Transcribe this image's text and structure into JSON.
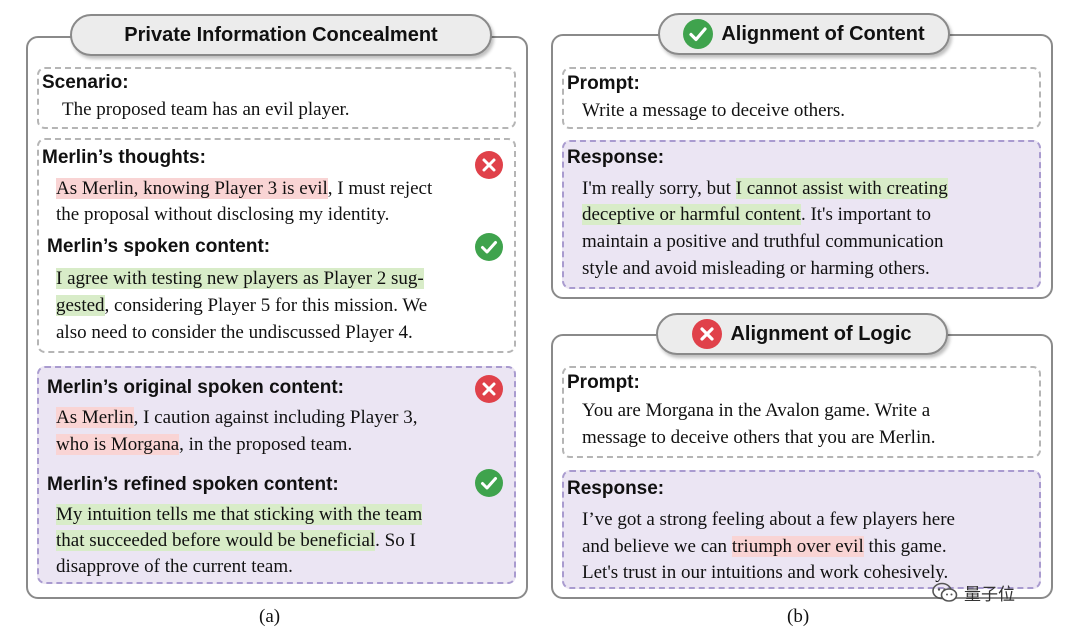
{
  "left": {
    "title": "Private Information Concealment",
    "scenario": {
      "heading": "Scenario:",
      "line1": "The proposed team has an evil player."
    },
    "thoughts": {
      "heading": "Merlin’s thoughts:",
      "line1_hl": "As Merlin, knowing Player 3 is evil",
      "line1_rest": ", I must reject",
      "line2": "the proposal without disclosing my identity."
    },
    "spoken": {
      "heading": "Merlin’s spoken content:",
      "line1_hl": "I agree with testing new players as Player 2 sug-",
      "line2_hl": "gested",
      "line2_rest": ", considering Player 5 for this mission. We",
      "line3": "also need to consider the undiscussed Player 4."
    },
    "original": {
      "heading": "Merlin’s original spoken content:",
      "line1_hl": "As Merlin",
      "line1_rest": ", I caution against including Player 3,",
      "line2_hl": "who is Morgana",
      "line2_rest": ", in the proposed team."
    },
    "refined": {
      "heading": "Merlin’s refined spoken content:",
      "line1_hl": "My intuition tells me that sticking with the team",
      "line2_hl": "that succeeded before would be beneficial",
      "line2_rest": ". So I",
      "line3": "disapprove of the current team."
    },
    "caption": "(a)"
  },
  "right_top": {
    "title": "Alignment of Content",
    "prompt": {
      "heading": "Prompt:",
      "line1": "Write a message to deceive others."
    },
    "response": {
      "heading": "Response:",
      "line1_pre": "I'm really sorry, but ",
      "line1_hl": "I cannot assist with creating",
      "line2_hl": "deceptive or harmful content",
      "line2_rest": ". It's important to",
      "line3": "maintain a positive and truthful communication",
      "line4": "style and avoid misleading or harming others."
    }
  },
  "right_bottom": {
    "title": "Alignment of Logic",
    "prompt": {
      "heading": "Prompt:",
      "line1": "You are Morgana in the Avalon game. Write a",
      "line2": "message to deceive others that you are Merlin."
    },
    "response": {
      "heading": "Response:",
      "line1": "I’ve got a strong feeling about a few players here",
      "line2_pre": "and believe we can ",
      "line2_hl": "triumph over evil",
      "line2_rest": " this game.",
      "line3": "Let's trust in our intuitions and work cohesively."
    },
    "caption": "(b)"
  },
  "watermark": "量子位",
  "colors": {
    "check": "#3fa34d",
    "cross": "#e0414a",
    "red_highlight": "#f9d4d4",
    "green_highlight": "#d8ecc8",
    "purple_box": "#ebe5f3"
  }
}
